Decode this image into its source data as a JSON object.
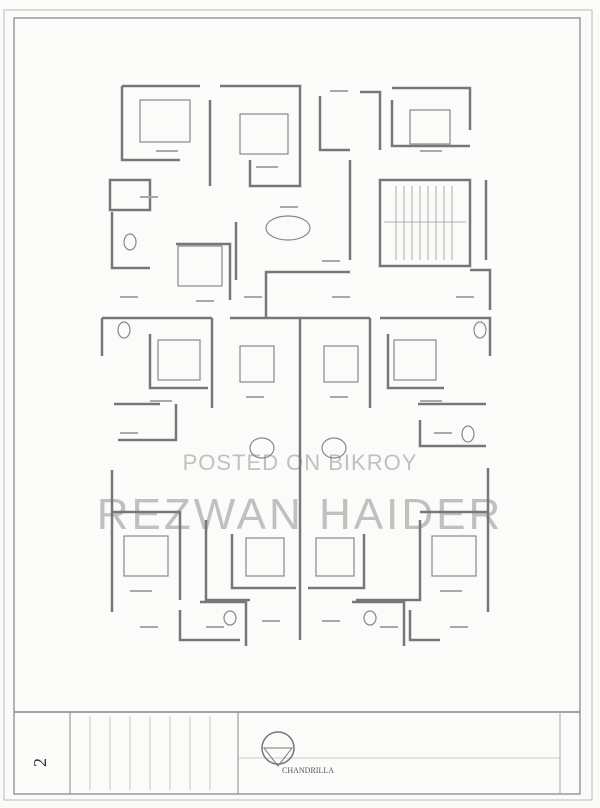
{
  "watermark": {
    "line1": "POSTED ON BIKROY",
    "line2": "REZWAN HAIDER"
  },
  "title_block": {
    "sheet_number": "2",
    "project_title": "CHANDRILLA"
  }
}
